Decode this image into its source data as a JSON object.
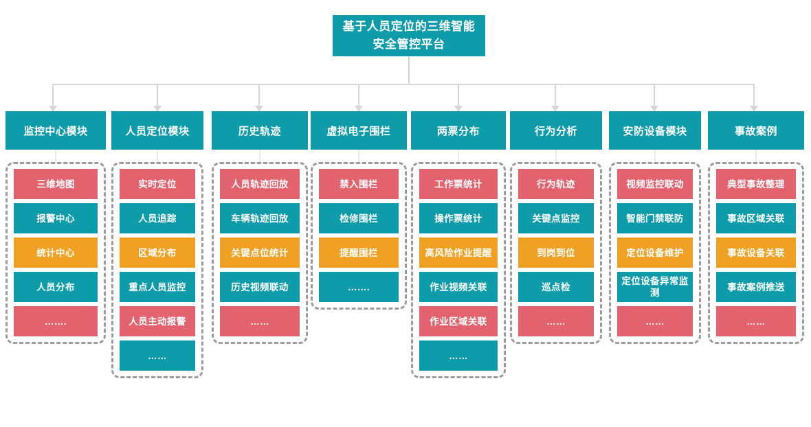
{
  "diagram": {
    "type": "org-tree",
    "root": {
      "label": "基于人员定位的三维智能安全管控平台"
    },
    "colors": {
      "root": "#0E9BAA",
      "header": "#0E9BAA",
      "red": "#E2636E",
      "teal": "#0E9BAA",
      "amber": "#F0A022",
      "group_border": "#9B9B9B",
      "connector": "#D6D6D6",
      "background": "#FFFFFF"
    },
    "columns": [
      {
        "header": "监控中心模块",
        "items": [
          {
            "label": "三维地图",
            "color": "red"
          },
          {
            "label": "报警中心",
            "color": "teal"
          },
          {
            "label": "统计中心",
            "color": "amber"
          },
          {
            "label": "人员分布",
            "color": "teal"
          },
          {
            "label": "…….",
            "color": "red"
          }
        ]
      },
      {
        "header": "人员定位模块",
        "items": [
          {
            "label": "实时定位",
            "color": "red"
          },
          {
            "label": "人员追踪",
            "color": "teal"
          },
          {
            "label": "区域分布",
            "color": "amber"
          },
          {
            "label": "重点人员监控",
            "color": "teal"
          },
          {
            "label": "人员主动报警",
            "color": "red"
          },
          {
            "label": "……",
            "color": "teal"
          }
        ]
      },
      {
        "header": "历史轨迹",
        "items": [
          {
            "label": "人员轨迹回放",
            "color": "red"
          },
          {
            "label": "车辆轨迹回放",
            "color": "teal"
          },
          {
            "label": "关键点位统计",
            "color": "amber"
          },
          {
            "label": "历史视频联动",
            "color": "teal"
          },
          {
            "label": "……",
            "color": "red"
          }
        ]
      },
      {
        "header": "虚拟电子围栏",
        "items": [
          {
            "label": "禁入围栏",
            "color": "red"
          },
          {
            "label": "检修围栏",
            "color": "teal"
          },
          {
            "label": "提醒围栏",
            "color": "amber"
          },
          {
            "label": "…….",
            "color": "teal"
          }
        ]
      },
      {
        "header": "两票分布",
        "items": [
          {
            "label": "工作票统计",
            "color": "red"
          },
          {
            "label": "操作票统计",
            "color": "teal"
          },
          {
            "label": "高风险作业提醒",
            "color": "amber"
          },
          {
            "label": "作业视频关联",
            "color": "teal"
          },
          {
            "label": "作业区域关联",
            "color": "red"
          },
          {
            "label": "……",
            "color": "teal"
          }
        ]
      },
      {
        "header": "行为分析",
        "items": [
          {
            "label": "行为轨迹",
            "color": "red"
          },
          {
            "label": "关键点监控",
            "color": "teal"
          },
          {
            "label": "到岗到位",
            "color": "amber"
          },
          {
            "label": "巡点检",
            "color": "teal"
          },
          {
            "label": "……",
            "color": "red"
          }
        ]
      },
      {
        "header": "安防设备模块",
        "items": [
          {
            "label": "视频监控联动",
            "color": "red"
          },
          {
            "label": "智能门禁联防",
            "color": "teal"
          },
          {
            "label": "定位设备维护",
            "color": "amber"
          },
          {
            "label": "定位设备异常监测",
            "color": "teal"
          },
          {
            "label": "……",
            "color": "red"
          }
        ]
      },
      {
        "header": "事故案例",
        "items": [
          {
            "label": "典型事故整理",
            "color": "red"
          },
          {
            "label": "事故区域关联",
            "color": "teal"
          },
          {
            "label": "事故设备关联",
            "color": "amber"
          },
          {
            "label": "事故案例推送",
            "color": "teal"
          },
          {
            "label": "……",
            "color": "red"
          }
        ]
      }
    ]
  }
}
